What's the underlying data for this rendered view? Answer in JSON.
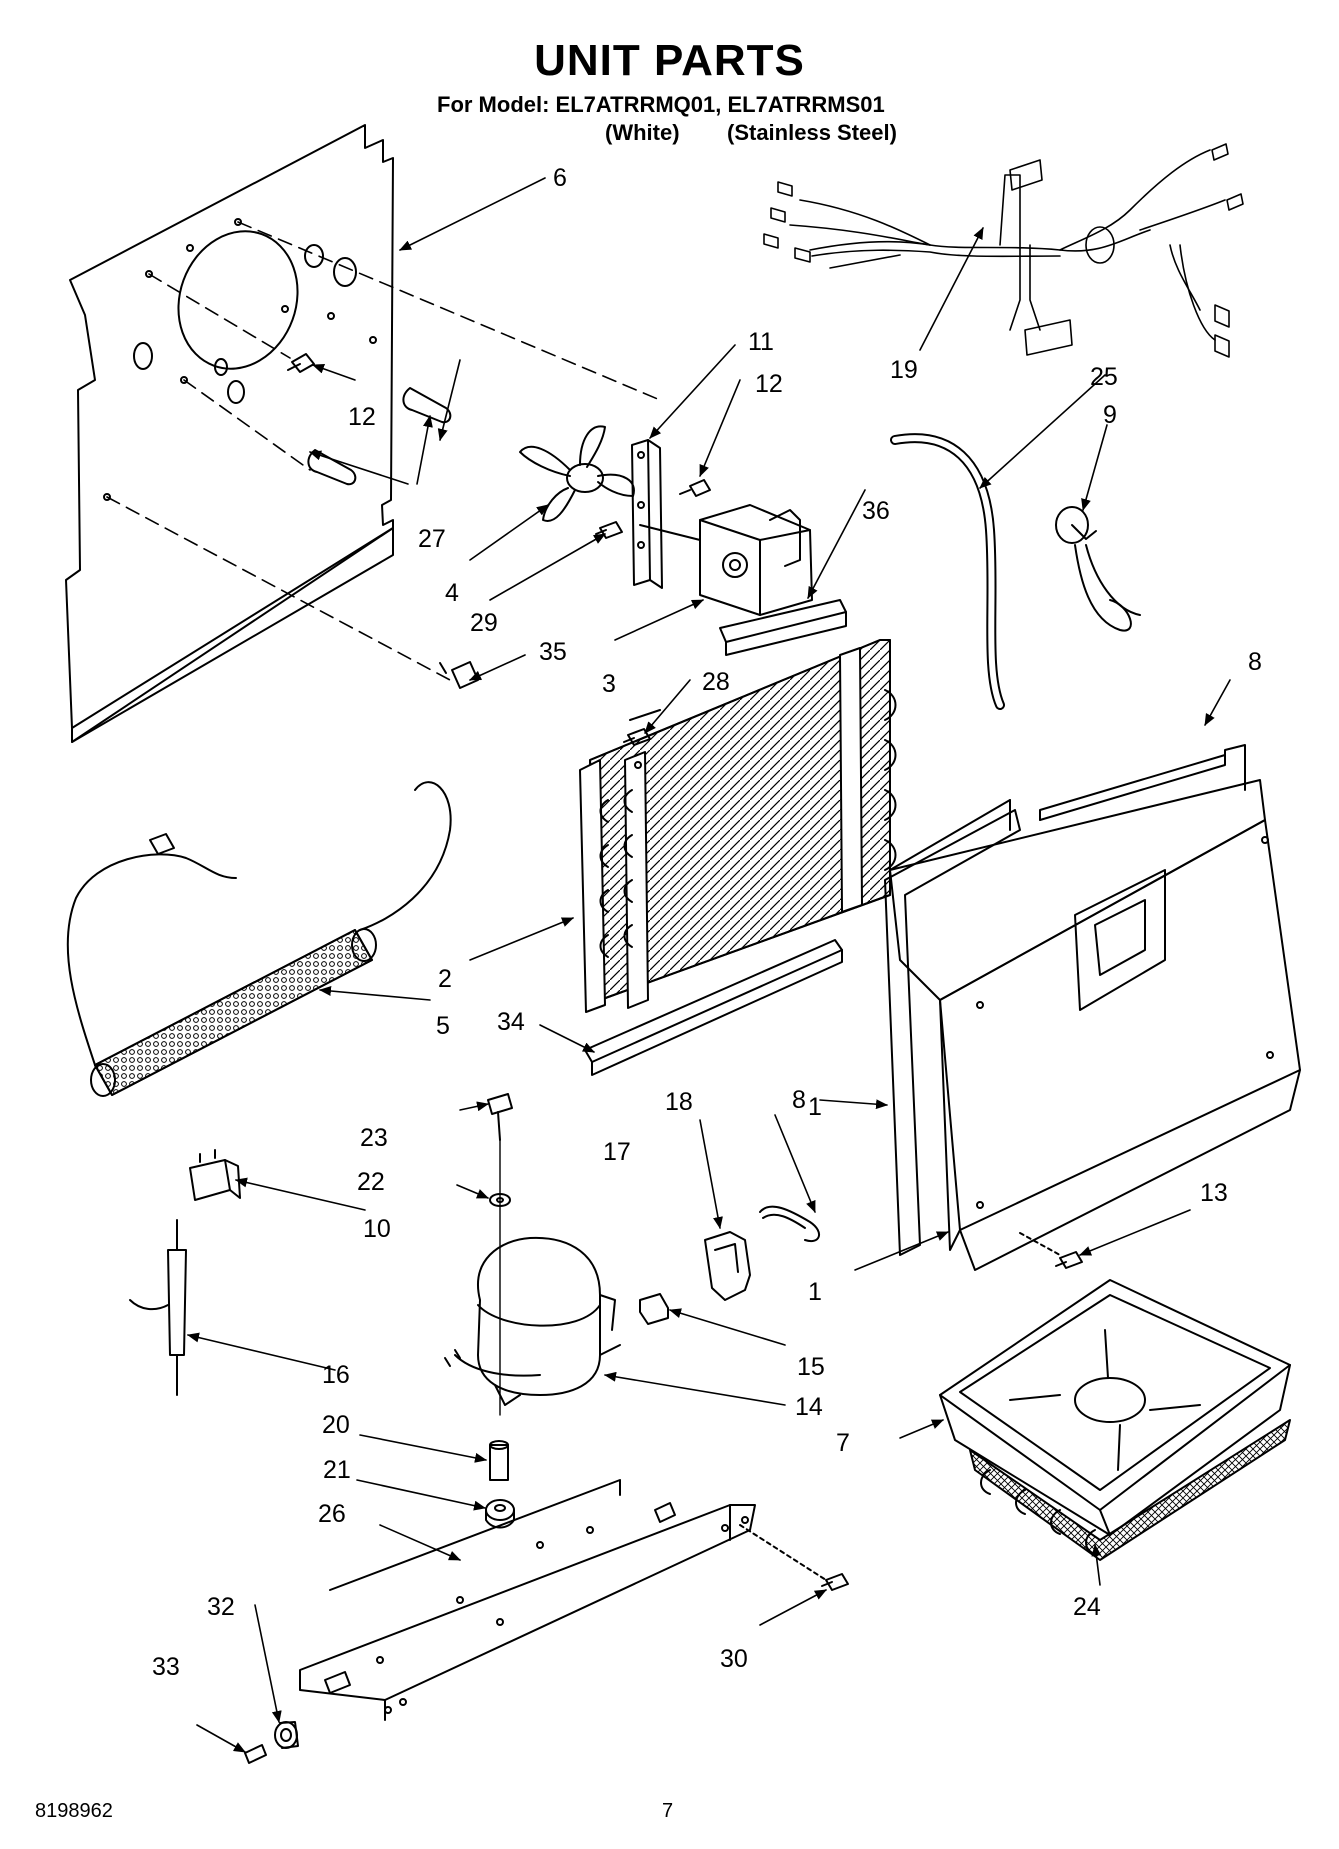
{
  "header": {
    "title": "UNIT PARTS",
    "model_line": "For Model: EL7ATRRMQ01, EL7ATRRMS01",
    "variant_white": "(White)",
    "variant_stainless": "(Stainless Steel)"
  },
  "callouts": [
    "6",
    "11",
    "12",
    "12",
    "19",
    "25",
    "9",
    "27",
    "4",
    "29",
    "36",
    "35",
    "3",
    "28",
    "8",
    "2",
    "5",
    "34",
    "1",
    "23",
    "18",
    "8",
    "22",
    "17",
    "13",
    "10",
    "1",
    "15",
    "16",
    "14",
    "20",
    "7",
    "21",
    "26",
    "24",
    "32",
    "30",
    "33"
  ],
  "footer": {
    "doc_number": "8198962",
    "page_number": "7"
  }
}
